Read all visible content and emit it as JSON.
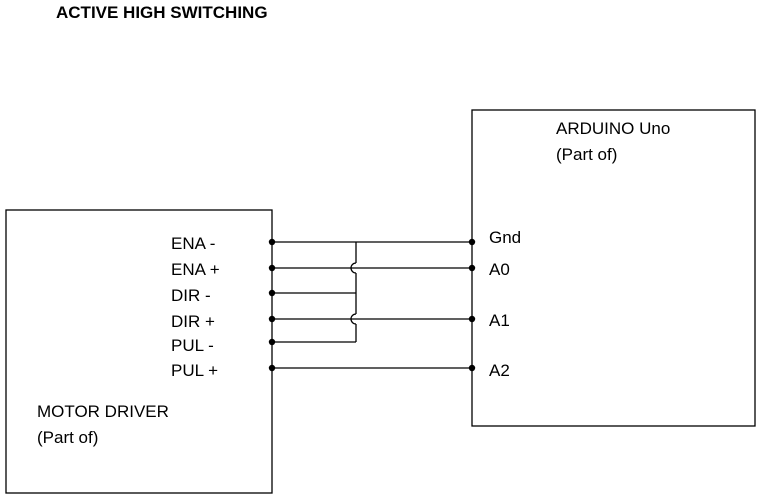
{
  "title": "ACTIVE HIGH SWITCHING",
  "arduino": {
    "name": "ARDUINO Uno",
    "note": "(Part of)",
    "pins": [
      "Gnd",
      "A0",
      "A1",
      "A2"
    ]
  },
  "motor_driver": {
    "name": "MOTOR DRIVER",
    "note": "(Part of)",
    "pins": [
      "ENA -",
      "ENA +",
      "DIR -",
      "DIR +",
      "PUL -",
      "PUL +"
    ]
  }
}
